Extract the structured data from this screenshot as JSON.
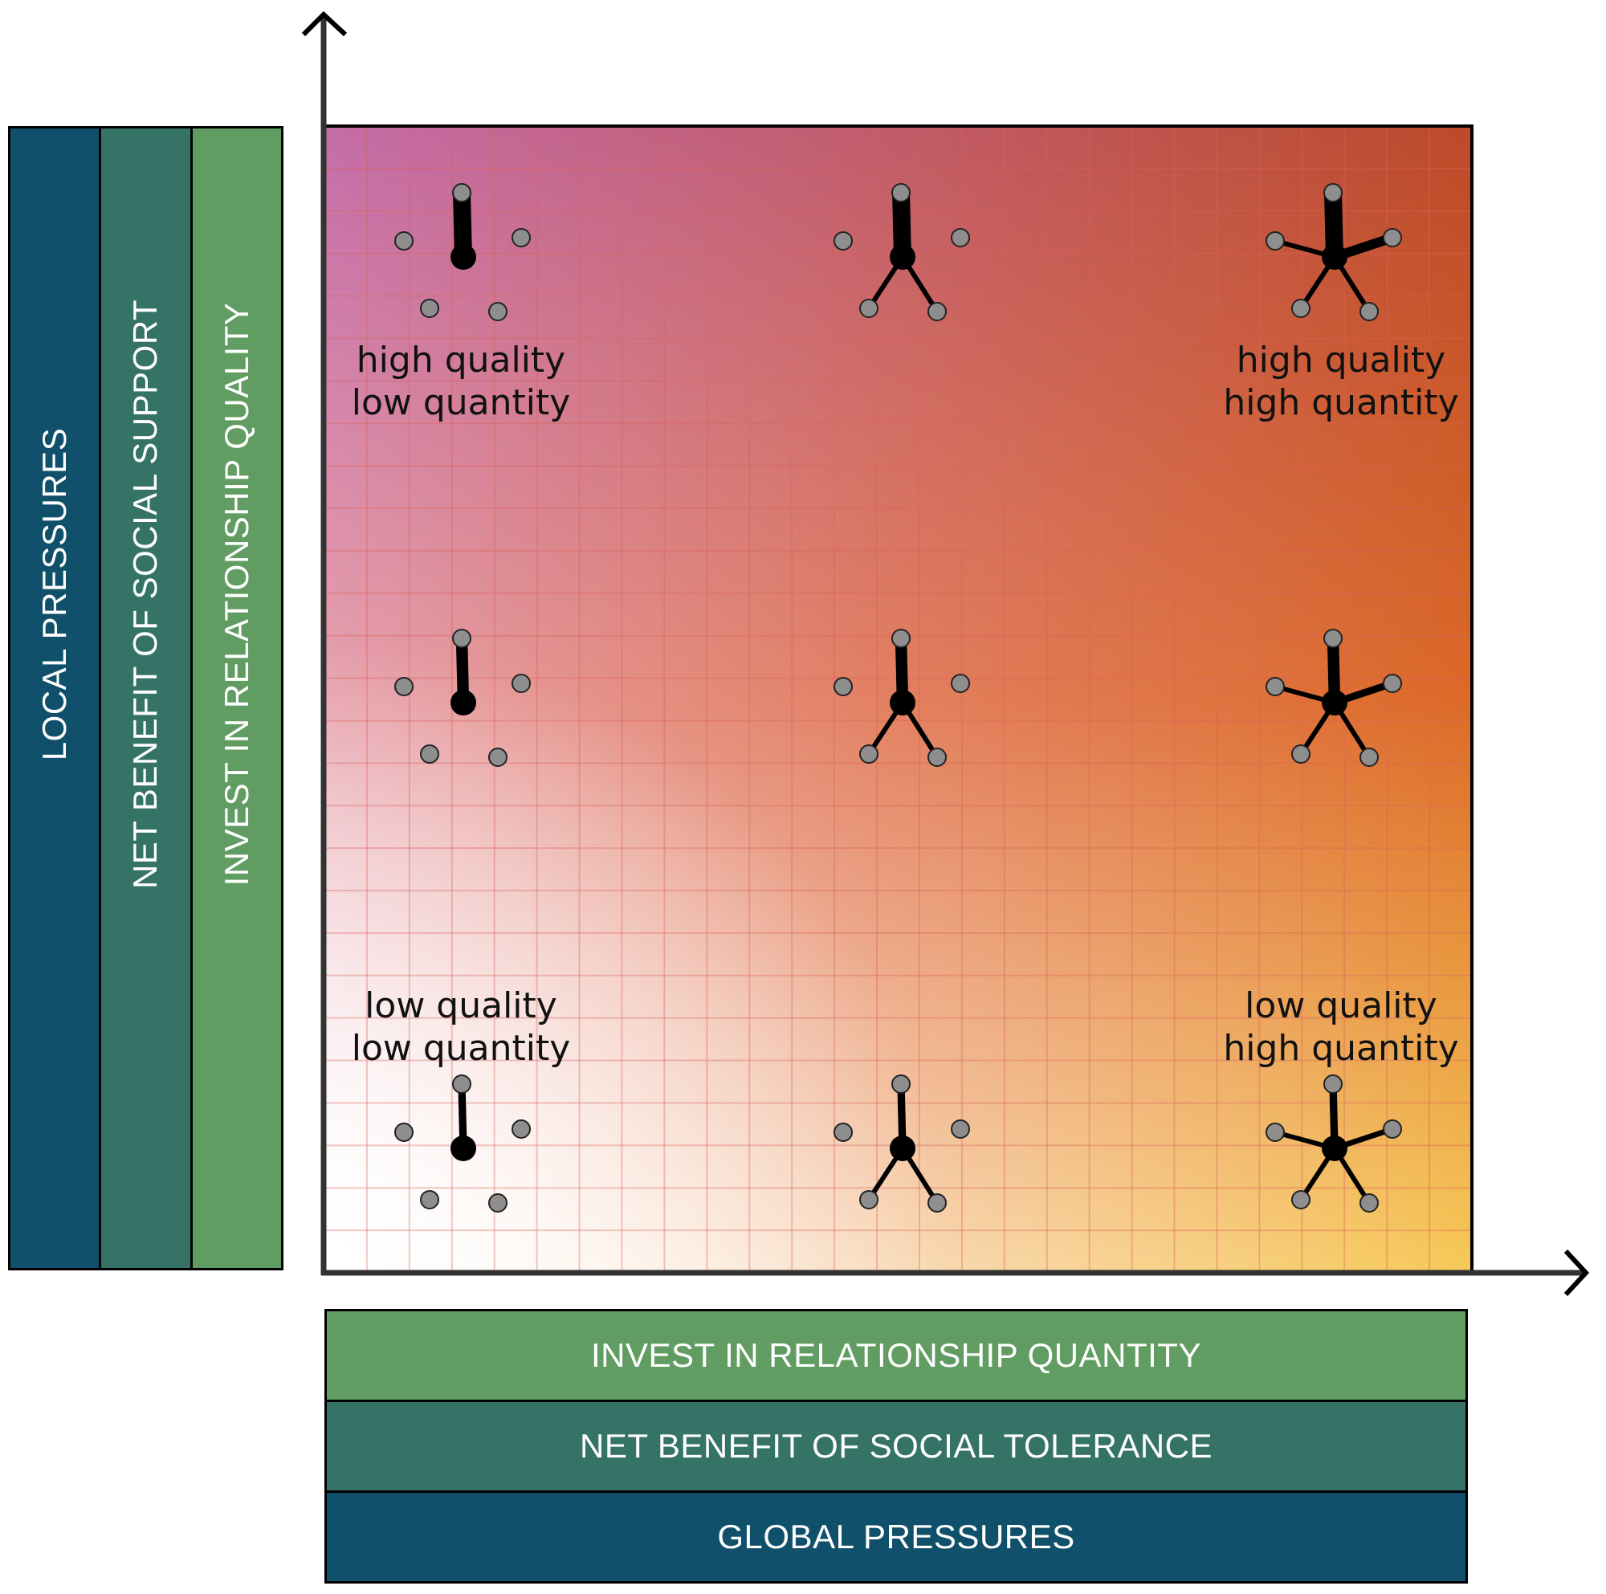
{
  "figure": {
    "type": "conceptual-2x2-diagram",
    "x_axis": {
      "direction": "increasing-right",
      "labels_stacked_top_to_bottom": [
        {
          "text": "INVEST IN RELATIONSHIP QUANTITY",
          "color": "#619D62"
        },
        {
          "text": "NET BENEFIT OF SOCIAL TOLERANCE",
          "color": "#357366"
        },
        {
          "text": "GLOBAL PRESSURES",
          "color": "#11506A"
        }
      ]
    },
    "y_axis": {
      "direction": "increasing-up",
      "labels_stacked_left_to_right": [
        {
          "text": "LOCAL PRESSURES",
          "color": "#11506A"
        },
        {
          "text": "NET BENEFIT OF SOCIAL SUPPORT",
          "color": "#357366"
        },
        {
          "text": "INVEST IN RELATIONSHIP QUALITY",
          "color": "#619D62"
        }
      ]
    },
    "background_gradient": {
      "top_left": "#C46CA8",
      "top_right": "#BC4A2A",
      "bottom_left": "#FFFFFF",
      "bottom_right": "#F6CA58",
      "right_middle": "#DD6A28",
      "center": "#E38060"
    },
    "quadrant_labels": [
      {
        "position": "top-left",
        "lines": [
          "high quality",
          "low quantity"
        ]
      },
      {
        "position": "top-right",
        "lines": [
          "high quality",
          "high quantity"
        ]
      },
      {
        "position": "bottom-left",
        "lines": [
          "low quality",
          "low quantity"
        ]
      },
      {
        "position": "bottom-right",
        "lines": [
          "low quality",
          "high quantity"
        ]
      }
    ],
    "network_icons": {
      "description": "3x3 grid of ego networks; columns = relationship quantity (connected partners), rows = relationship quality (tie strength)",
      "partner_count": 5,
      "columns": [
        {
          "level": "low quantity",
          "connected_partners": [
            "top"
          ]
        },
        {
          "level": "medium quantity",
          "connected_partners": [
            "top",
            "bottom-left",
            "bottom-right"
          ]
        },
        {
          "level": "high quantity",
          "connected_partners": [
            "top",
            "left",
            "right",
            "bottom-left",
            "bottom-right"
          ]
        }
      ],
      "rows": [
        {
          "level": "high quality",
          "strong_tie_strength": 1.0
        },
        {
          "level": "medium quality",
          "strong_tie_strength": 0.55
        },
        {
          "level": "low quality",
          "strong_tie_strength": 0.25
        }
      ],
      "hub_color": "#000000",
      "partner_color": "#8E8E8E"
    }
  }
}
